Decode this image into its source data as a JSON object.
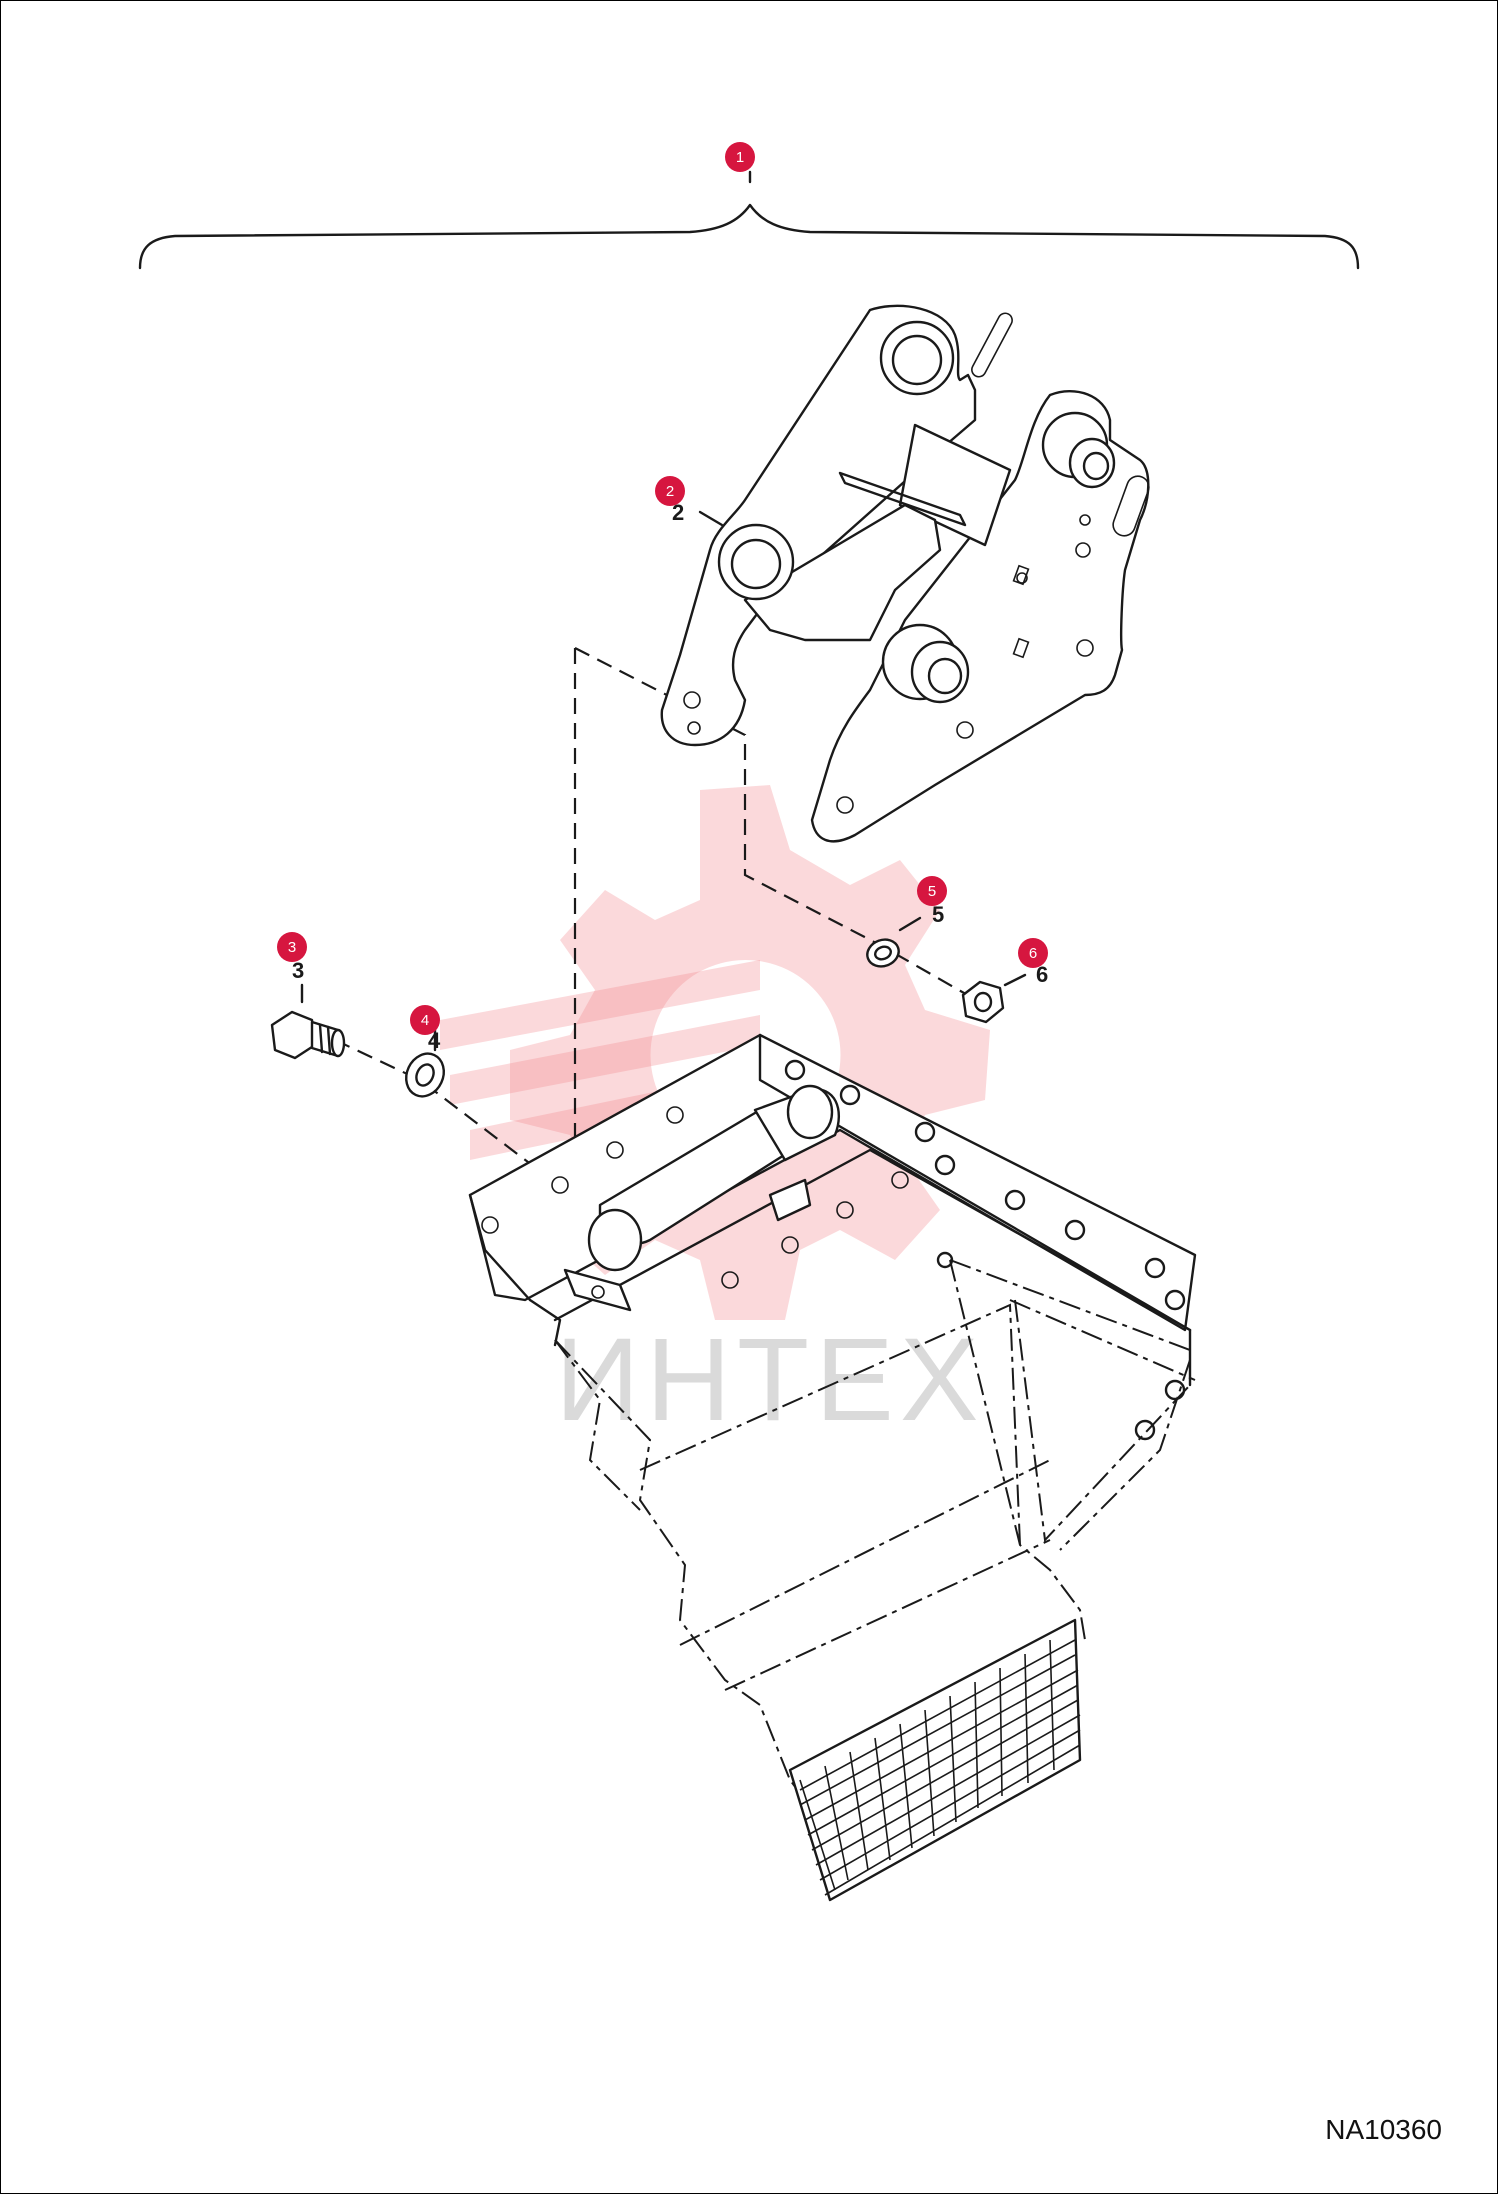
{
  "drawing": {
    "code": "NA10360",
    "watermark": "ИНТЕХ"
  },
  "callouts": [
    {
      "id": "callout-1",
      "label": "1"
    },
    {
      "id": "callout-2",
      "label": "2"
    },
    {
      "id": "callout-3",
      "label": "3"
    },
    {
      "id": "callout-4",
      "label": "4"
    },
    {
      "id": "callout-5",
      "label": "5"
    },
    {
      "id": "callout-6",
      "label": "6"
    }
  ],
  "colors": {
    "callout": "#d6163f",
    "watermark": "#f2898e"
  }
}
